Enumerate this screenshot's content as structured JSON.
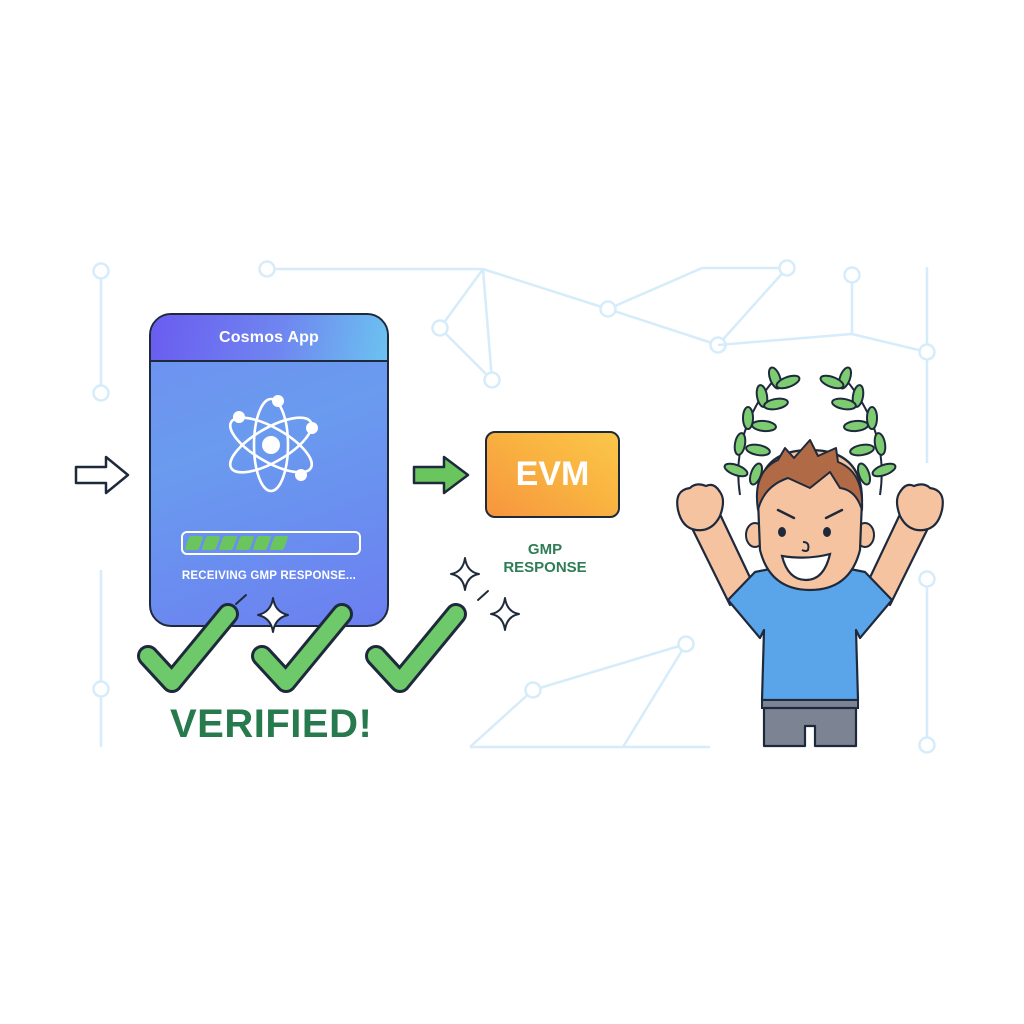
{
  "scene": {
    "background": "#ffffff",
    "network_line_color": "#d3ebfa",
    "outline_color": "#1e2a3c"
  },
  "input_arrow": {
    "icon": "outline-arrow-right-icon"
  },
  "cosmos_app": {
    "title": "Cosmos App",
    "icon": "atom-icon",
    "progress": {
      "segments_filled": 6,
      "segment_color": "#6ac55e"
    },
    "status": "RECEIVING GMP RESPONSE...",
    "colors": {
      "header_start": "#6a5cf0",
      "header_end": "#6cc2f0",
      "body": "#6a8ff0"
    }
  },
  "flow_arrow": {
    "icon": "green-arrow-right-icon",
    "color": "#6ac55e"
  },
  "evm": {
    "label": "EVM",
    "colors": {
      "start": "#f7953f",
      "end": "#fbc64a"
    }
  },
  "gmp_response": {
    "line1": "GMP",
    "line2": "RESPONSE",
    "color": "#2e7d55"
  },
  "verification": {
    "checkmarks": 3,
    "check_color": "#6ec96a",
    "label": "VERIFIED!",
    "label_color": "#267a4e"
  },
  "sparkles": [
    "sparkle-icon",
    "sparkle-icon",
    "sparkle-icon"
  ],
  "character": {
    "description": "celebrating person with raised fists",
    "wreath": "laurel-wreath-icon",
    "shirt_color": "#5aa5ea",
    "shorts_color": "#7c8494",
    "skin_color": "#f6c3a0",
    "hair_color": "#b06a45"
  }
}
